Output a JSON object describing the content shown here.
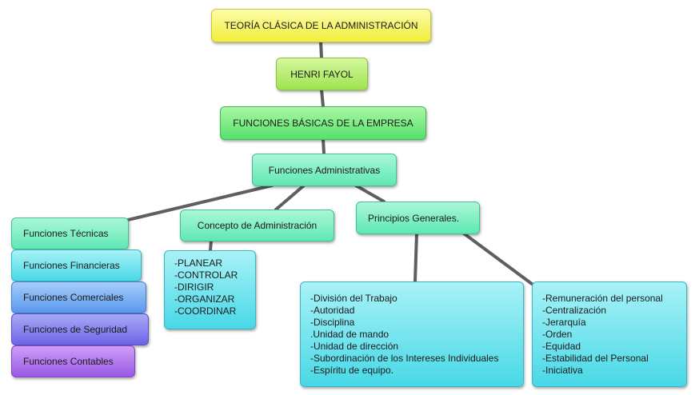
{
  "diagram": {
    "title": "TEORÍA CLÁSICA DE LA ADMINISTRACIÓN",
    "author": "HENRI FAYOL",
    "funciones_basicas": "FUNCIONES BÁSICAS DE LA EMPRESA",
    "funciones_administrativas": "Funciones Administrativas",
    "concepto": "Concepto de Administración",
    "principios": "Principios Generales.",
    "funciones_list": [
      "Funciones Técnicas",
      "Funciones Financieras",
      "Funciones Comerciales",
      "Funciones de Seguridad",
      "Funciones Contables"
    ],
    "concepto_items": [
      "-PLANEAR",
      "-CONTROLAR",
      "-DIRIGIR",
      "-ORGANIZAR",
      "-COORDINAR"
    ],
    "principios_1": [
      "-División del Trabajo",
      "-Autoridad",
      "-Disciplina",
      ".Unidad de mando",
      "-Unidad de dirección",
      "-Subordinación de los Intereses Individuales",
      "-Espíritu de equipo."
    ],
    "principios_2": [
      "-Remuneración del personal",
      "-Centralización",
      "-Jerarquía",
      "-Orden",
      "-Equidad",
      "-Estabilidad del Personal",
      "-Iniciativa"
    ]
  }
}
